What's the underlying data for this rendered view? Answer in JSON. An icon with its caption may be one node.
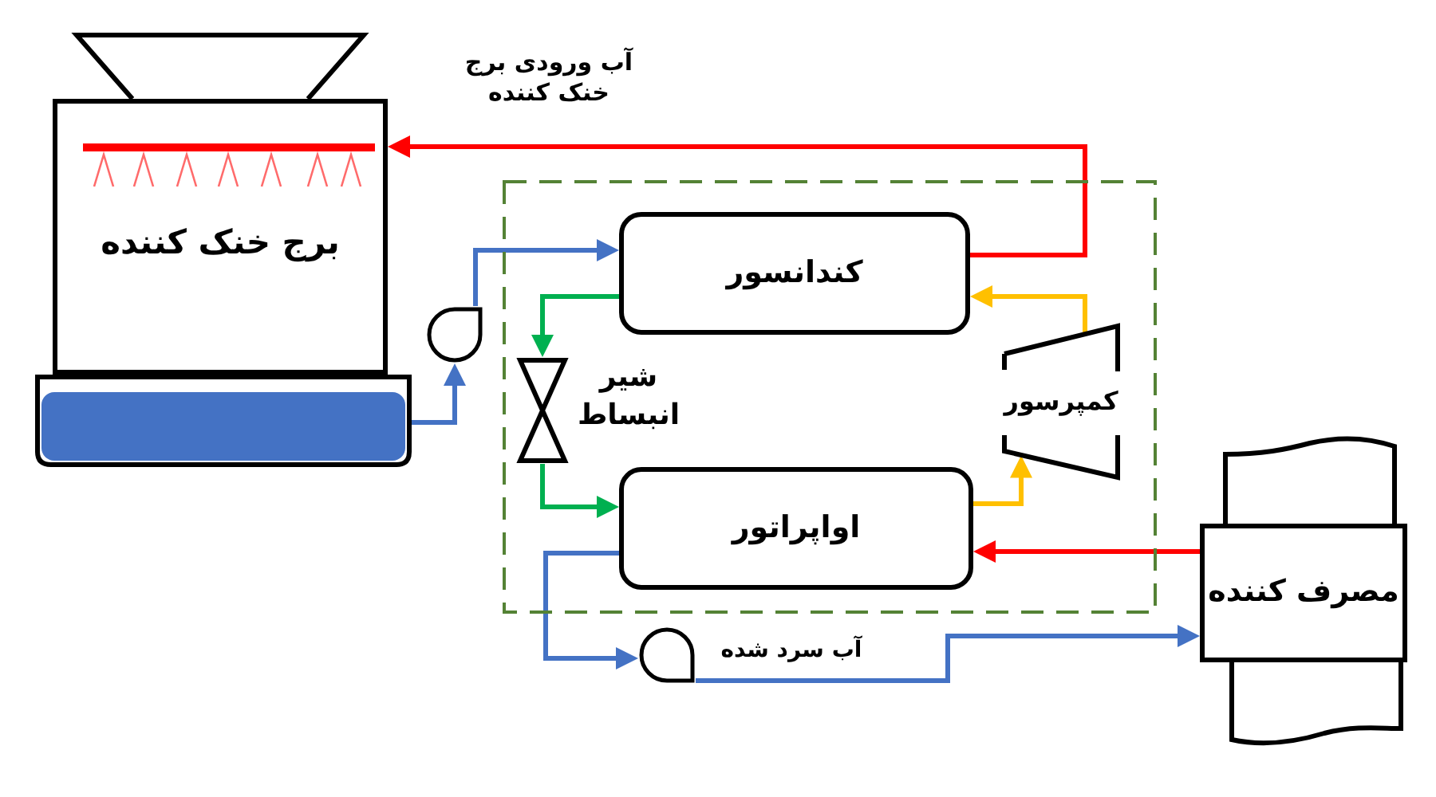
{
  "diagram": {
    "nodes": [
      {
        "text": [
          "برج خنک کننده"
        ]
      },
      {
        "text": [],
        "shape": "box"
      },
      {
        "text": [],
        "shape": "circle"
      },
      {
        "text": [],
        "shape": "box"
      },
      {
        "text": [
          "کندانسور"
        ],
        "in": 3
      },
      {
        "text": [],
        "shape": "bowtie",
        "beside": [
          "شیر انبساط"
        ],
        "in": 3
      },
      {
        "text": [
          "کمپرسور"
        ],
        "in": 3
      },
      {
        "text": [
          "اواپراتور"
        ],
        "in": 3
      },
      {
        "text": [],
        "shape": "circle"
      },
      {
        "text": [
          "مصرف کننده"
        ]
      }
    ],
    "edges": [
      {
        "from": 1,
        "to": 2,
        "arrow": "to"
      },
      {
        "from": 2,
        "to": 4,
        "arrow": "to"
      },
      {
        "from": 4,
        "to": 0,
        "arrow": "to",
        "label": "آب ورودی برج خنک کننده",
        "color": "#ff0000"
      },
      {
        "from": 4,
        "to": 5,
        "arrow": "to",
        "color": "#00b050"
      },
      {
        "from": 5,
        "to": 7,
        "arrow": "to",
        "color": "#00b050"
      },
      {
        "from": 7,
        "to": 6,
        "arrow": "to",
        "color": "#ffc000"
      },
      {
        "from": 6,
        "to": 4,
        "arrow": "to",
        "color": "#ffc000"
      },
      {
        "from": 9,
        "to": 7,
        "arrow": "to",
        "color": "#ff0000"
      },
      {
        "from": 7,
        "to": 8,
        "arrow": "to"
      },
      {
        "from": 8,
        "to": 9,
        "arrow": "to",
        "label": "آب سرد شده"
      }
    ]
  }
}
